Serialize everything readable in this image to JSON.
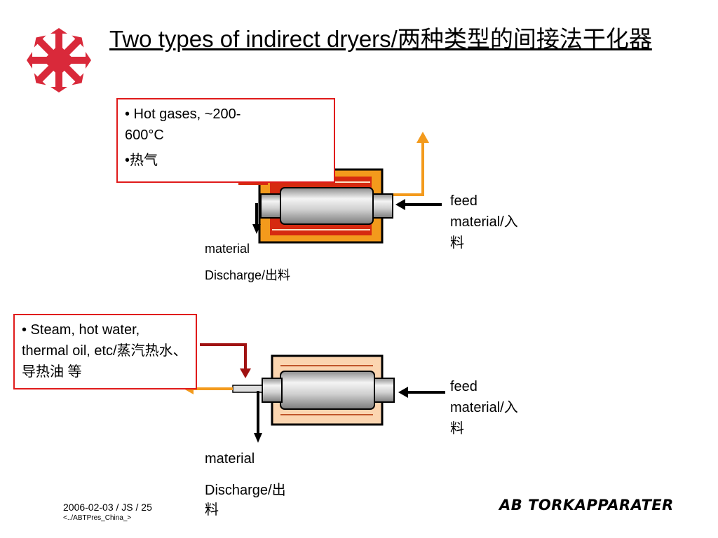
{
  "title": "Two types of indirect dryers/两种类型的间接法干化器",
  "top_dryer": {
    "note_line1": "• Hot gases, ~200-600°C",
    "note_line2": "•热气",
    "feed_label": " feed material/入料",
    "discharge_label_1": "material",
    "discharge_label_2": "Discharge/出料"
  },
  "bottom_dryer": {
    "note_line1": "• Steam, hot water, thermal oil, etc/蒸汽热水、导热油 等",
    "feed_label": " feed material/入料",
    "discharge_label_1": "material",
    "discharge_label_2": "Discharge/出料"
  },
  "footer": {
    "date_line": "2006-02-03 / JS / 25",
    "path_line": "<../ABTPres_China_>"
  },
  "brand": "AB TORKAPPARATER",
  "colors": {
    "accent_red": "#e01a1a",
    "hot_orange": "#f39a1c",
    "dark_red_arrow": "#a01212",
    "steam_jacket": "#fbd5b0",
    "logo_red": "#d9293a"
  },
  "icons": [
    "snowflake-logo-icon",
    "arrow-icon"
  ]
}
